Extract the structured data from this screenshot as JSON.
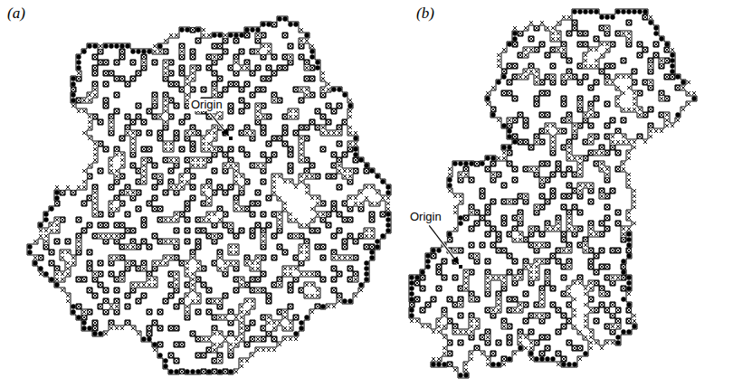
{
  "diagram": {
    "labels": [
      "(a)",
      "Origin",
      "(b)",
      "Origin"
    ]
  }
}
